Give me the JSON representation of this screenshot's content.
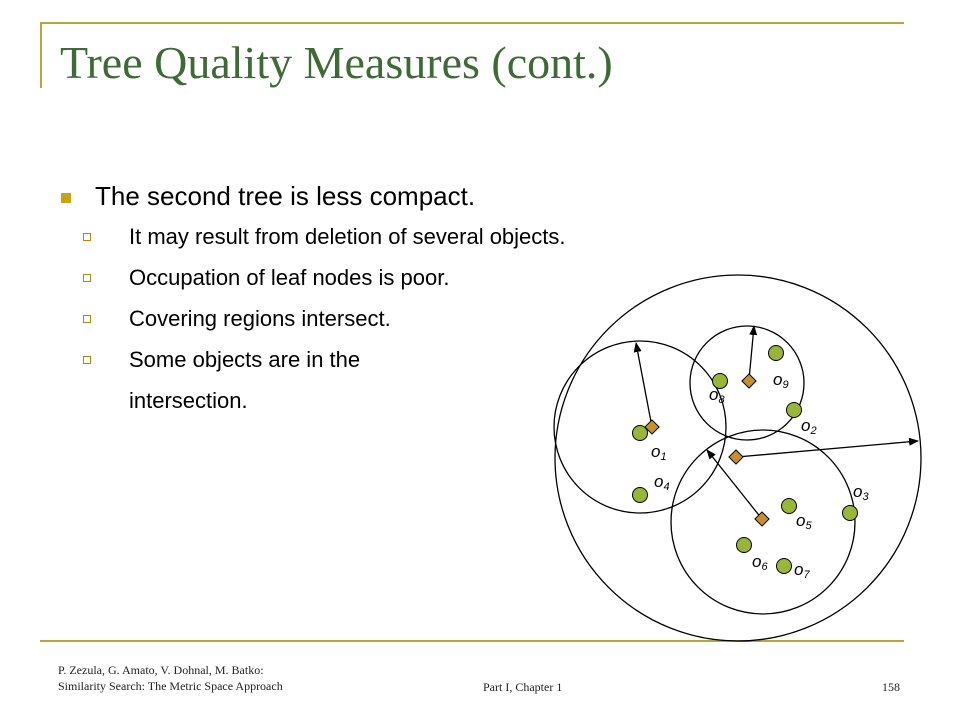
{
  "slide": {
    "title": "Tree Quality Measures (cont.)",
    "bullet": "The second tree is less compact.",
    "subbullets": [
      "It may result from deletion of several objects.",
      "Occupation of leaf nodes is poor.",
      "Covering regions intersect.",
      "Some objects are in the"
    ],
    "continuation": "intersection."
  },
  "diagram": {
    "objects": [
      {
        "base": "o",
        "sub": "1"
      },
      {
        "base": "o",
        "sub": "2"
      },
      {
        "base": "o",
        "sub": "3"
      },
      {
        "base": "o",
        "sub": "4"
      },
      {
        "base": "o",
        "sub": "5"
      },
      {
        "base": "o",
        "sub": "6"
      },
      {
        "base": "o",
        "sub": "7"
      },
      {
        "base": "o",
        "sub": "8"
      },
      {
        "base": "o",
        "sub": "9"
      }
    ],
    "colors": {
      "object": "#99b63a",
      "routing": "#c8902a",
      "line": "#000000"
    }
  },
  "footer": {
    "authors": "P. Zezula, G. Amato, V. Dohnal, M. Batko:",
    "book": "Similarity Search: The Metric Space Approach",
    "part": "Part I, Chapter 1",
    "page": "158"
  }
}
